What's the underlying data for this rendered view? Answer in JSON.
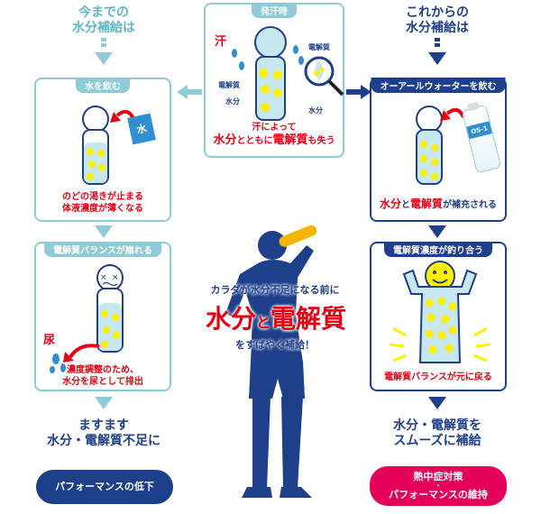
{
  "left": {
    "heading": "今までの\n水分補給は",
    "panel1": {
      "title": "水を飲む",
      "cup_label": "水",
      "caption": "のどの渇きが止まる\n体液濃度が薄くなる"
    },
    "panel2": {
      "title": "電解質バランスが崩れる",
      "urine_label": "尿",
      "caption": "濃度調整のため、\n水分を尿として排出"
    },
    "result": "ますます\n水分・電解質不足に",
    "pill": "パフォーマンスの低下"
  },
  "center": {
    "panel": {
      "title": "発汗時",
      "sweat_label": "汗",
      "electrolyte_label": "電解質",
      "water_label": "水分",
      "lens_water_label": "水分",
      "caption_line1": "汗によって",
      "caption_em1": "水分",
      "caption_mid": "とともに",
      "caption_em2": "電解質",
      "caption_end": "も失う"
    },
    "msg_line1": "カラダが水分不足になる前に",
    "msg_big1": "水分",
    "msg_small": "と",
    "msg_big2": "電解質",
    "msg_line3": "をすばやく補給！"
  },
  "right": {
    "heading": "これからの\n水分補給は",
    "panel1": {
      "title": "オーアールウォーターを飲む",
      "bottle_label": "OS-1",
      "caption_em1": "水分",
      "caption_mid": "と",
      "caption_em2": "電解質",
      "caption_end": "が補充される"
    },
    "panel2": {
      "title": "電解質濃度が釣り合う",
      "caption": "電解質バランスが元に戻る"
    },
    "result": "水分・電解質を\nスムーズに補給",
    "pill_line1": "熱中症対策",
    "pill_line2": "パフォーマンスの維持"
  },
  "colors": {
    "teal": "#8fcbd6",
    "navy": "#1e3f8a",
    "red": "#e50012",
    "yellow": "#fff000",
    "body": "#c7e7ef"
  }
}
